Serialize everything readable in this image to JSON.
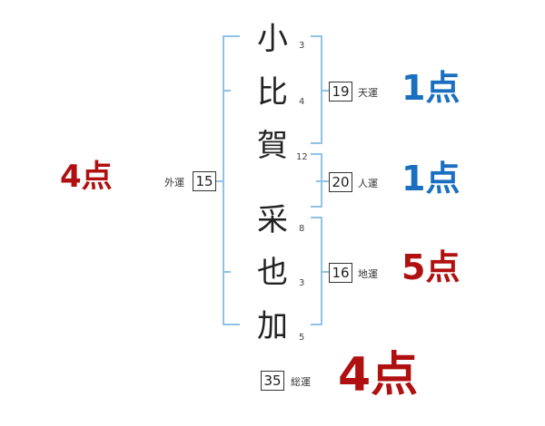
{
  "name": {
    "chars": [
      {
        "char": "小",
        "strokes": "3"
      },
      {
        "char": "比",
        "strokes": "4"
      },
      {
        "char": "賀",
        "strokes": "12"
      },
      {
        "char": "采",
        "strokes": "8"
      },
      {
        "char": "也",
        "strokes": "3"
      },
      {
        "char": "加",
        "strokes": "5"
      }
    ]
  },
  "fortunes": {
    "ten": {
      "label": "天運",
      "value": "19",
      "score": "1点"
    },
    "jin": {
      "label": "人運",
      "value": "20",
      "score": "1点"
    },
    "chi": {
      "label": "地運",
      "value": "16",
      "score": "5点"
    },
    "gai": {
      "label": "外運",
      "value": "15",
      "score": "4点"
    },
    "sou": {
      "label": "総運",
      "value": "35",
      "score": "4点"
    }
  },
  "colors": {
    "bracket": "#8ec3e6",
    "score_blue": "#1a6fc0",
    "score_red": "#b01010",
    "text": "#222222"
  }
}
